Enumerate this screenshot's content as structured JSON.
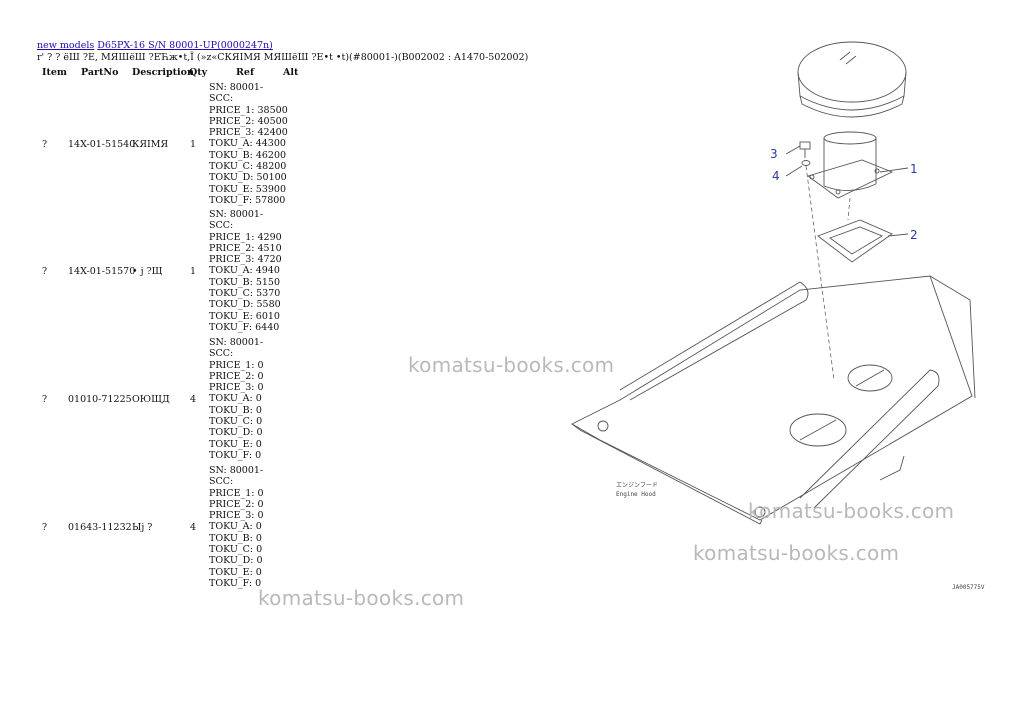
{
  "breadcrumb": {
    "link1": "new models",
    "link2": "D65PX-16 S/N 80001-UP(0000247n)"
  },
  "subtitle": "r' ? ? ëШ ?E, МЯШёШ ?ЕЋж•t,Ї (»z«СКЯІМЯ МЯШёШ ?Е•t •t)(#80001-)(B002002 : A1470-502002)",
  "columns": {
    "item": "Item",
    "partno": "PartNo",
    "description": "Description",
    "qty": "Qty",
    "ref": "Ref",
    "alt": "Alt"
  },
  "rows": [
    {
      "item": "?",
      "partno": "14X-01-51540",
      "description": "КЯІМЯ",
      "qty": "1",
      "ref": "SN: 80001-\nSCC:\nPRICE_1: 38500\nPRICE_2: 40500\nPRICE_3: 42400\nTOKU_A: 44300\nTOKU_B: 46200\nTOKU_C: 48200\nTOKU_D: 50100\nTOKU_E: 53900\nTOKU_F: 57800"
    },
    {
      "item": "?",
      "partno": "14X-01-51570",
      "description": "• j ?Щ",
      "qty": "1",
      "ref": "SN: 80001-\nSCC:\nPRICE_1: 4290\nPRICE_2: 4510\nPRICE_3: 4720\nTOKU_A: 4940\nTOKU_B: 5150\nTOKU_C: 5370\nTOKU_D: 5580\nTOKU_E: 6010\nTOKU_F: 6440"
    },
    {
      "item": "?",
      "partno": "01010-71225",
      "description": "ОЮЩД",
      "qty": "4",
      "ref": "SN: 80001-\nSCC:\nPRICE_1: 0\nPRICE_2: 0\nPRICE_3: 0\nTOKU_A: 0\nTOKU_B: 0\nTOKU_C: 0\nTOKU_D: 0\nTOKU_E: 0\nTOKU_F: 0"
    },
    {
      "item": "?",
      "partno": "01643-11232",
      "description": "Ыj ?",
      "qty": "4",
      "ref": "SN: 80001-\nSCC:\nPRICE_1: 0\nPRICE_2: 0\nPRICE_3: 0\nTOKU_A: 0\nTOKU_B: 0\nTOKU_C: 0\nTOKU_D: 0\nTOKU_E: 0\nTOKU_F: 0"
    }
  ],
  "watermark": "komatsu-books.com",
  "diagram": {
    "callouts": [
      "1",
      "2",
      "3",
      "4"
    ],
    "label_jp": "エンジンフード",
    "label_en": "Engine Hood",
    "code": "JA005775V"
  }
}
